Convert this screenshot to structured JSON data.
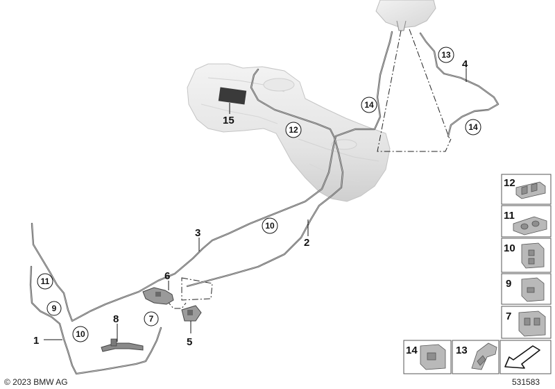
{
  "diagram": {
    "copyright": "© 2023 BMW AG",
    "image_number": "531583",
    "labels": {
      "l1": "1",
      "l2": "2",
      "l3": "3",
      "l4": "4",
      "l5": "5",
      "l6": "6",
      "l8": "8",
      "l15": "15"
    },
    "callouts": {
      "c7": "7",
      "c9": "9",
      "c10a": "10",
      "c10b": "10",
      "c11": "11",
      "c12": "12",
      "c13": "13",
      "c14a": "14",
      "c14b": "14"
    },
    "parts_panel": {
      "p12": "12",
      "p11": "11",
      "p10": "10",
      "p9": "9",
      "p7": "7",
      "p14": "14",
      "p13": "13"
    }
  }
}
